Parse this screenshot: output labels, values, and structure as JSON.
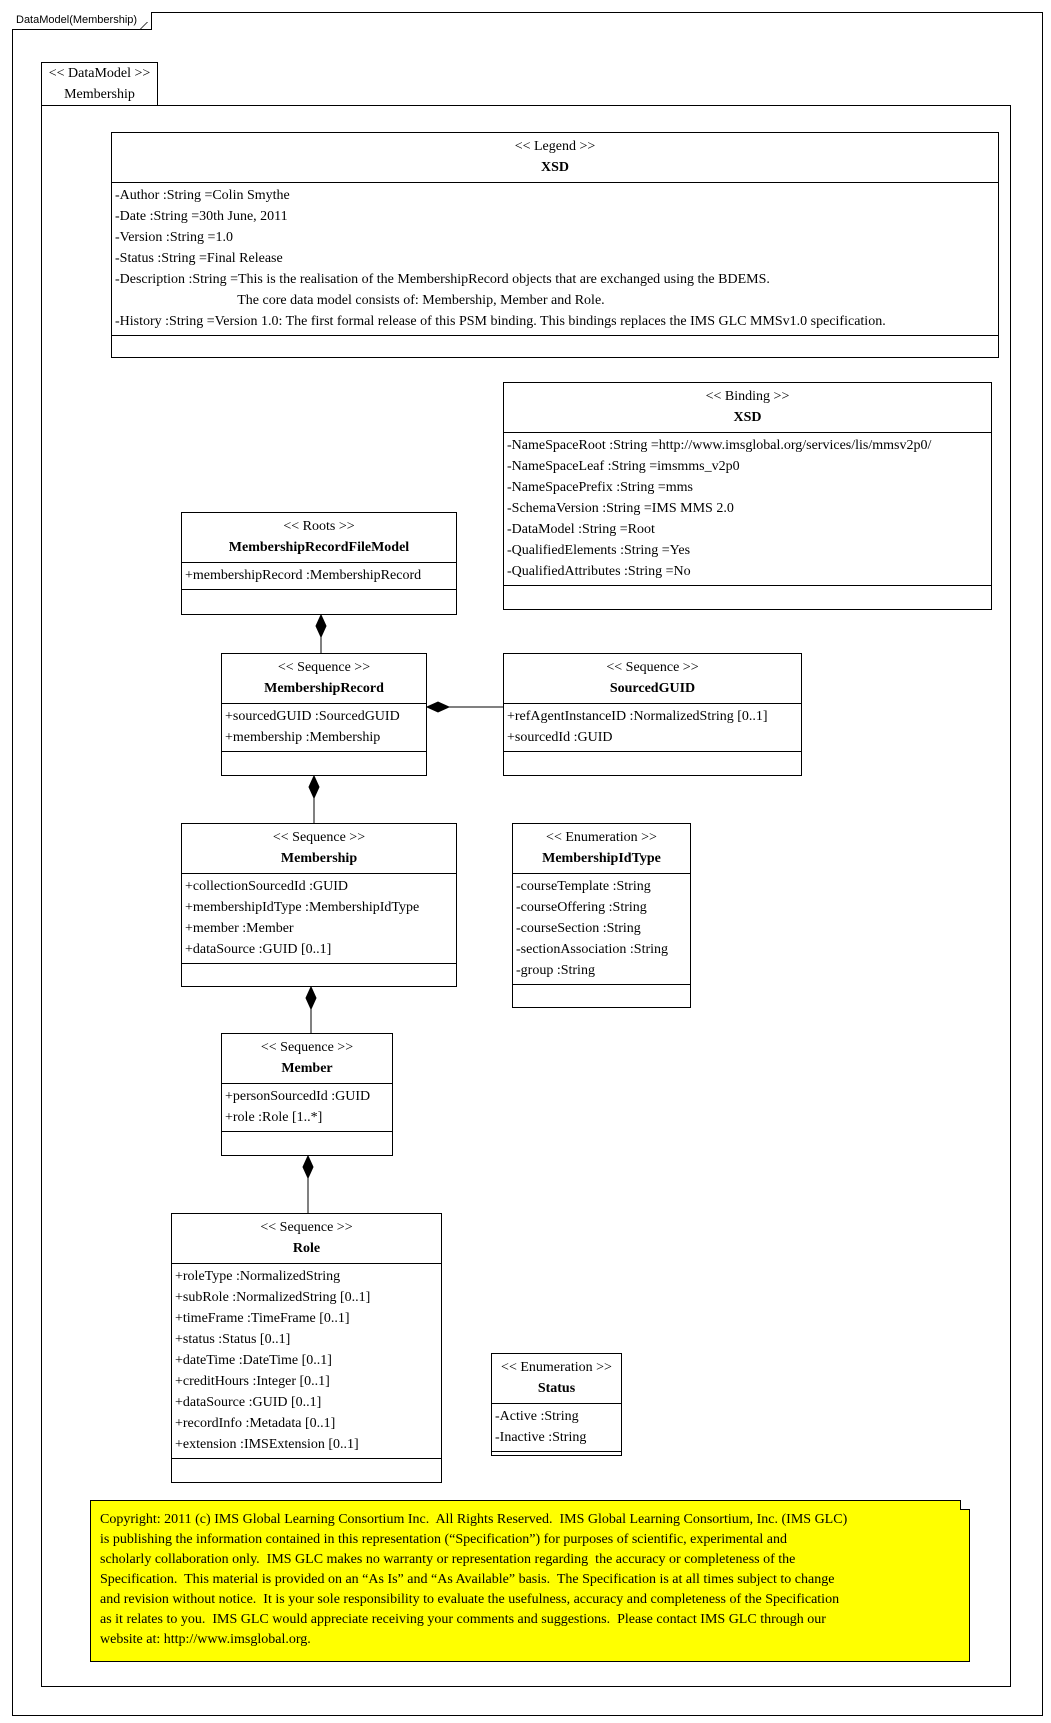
{
  "frame": {
    "title": "DataModel(Membership)"
  },
  "package": {
    "stereotype": "<< DataModel >>",
    "name": "Membership"
  },
  "classes": {
    "legend": {
      "stereotype": "<< Legend >>",
      "name": "XSD",
      "attributes": [
        "-Author :String =Colin Smythe",
        "-Date :String =30th June, 2011",
        "-Version :String =1.0",
        "-Status :String =Final Release",
        "-Description :String =This is the realisation of the MembershipRecord objects that are exchanged using the BDEMS.",
        "                                   The core data model consists of: Membership, Member and Role.",
        "-History :String =Version 1.0: The first formal release of this PSM binding. This bindings replaces the IMS GLC MMSv1.0 specification."
      ]
    },
    "binding": {
      "stereotype": "<< Binding >>",
      "name": "XSD",
      "attributes": [
        "-NameSpaceRoot :String =http://www.imsglobal.org/services/lis/mmsv2p0/",
        "-NameSpaceLeaf :String =imsmms_v2p0",
        "-NameSpacePrefix :String =mms",
        "-SchemaVersion :String =IMS MMS 2.0",
        "-DataModel :String =Root",
        "-QualifiedElements :String =Yes",
        "-QualifiedAttributes :String =No"
      ]
    },
    "membership_record_file_model": {
      "stereotype": "<< Roots >>",
      "name": "MembershipRecordFileModel",
      "attributes": [
        "+membershipRecord :MembershipRecord"
      ]
    },
    "membership_record": {
      "stereotype": "<< Sequence >>",
      "name": "MembershipRecord",
      "attributes": [
        "+sourcedGUID :SourcedGUID",
        "+membership :Membership"
      ]
    },
    "sourced_guid": {
      "stereotype": "<< Sequence >>",
      "name": "SourcedGUID",
      "attributes": [
        "+refAgentInstanceID :NormalizedString [0..1]",
        "+sourcedId :GUID"
      ]
    },
    "membership": {
      "stereotype": "<< Sequence >>",
      "name": "Membership",
      "attributes": [
        "+collectionSourcedId :GUID",
        "+membershipIdType :MembershipIdType",
        "+member :Member",
        "+dataSource :GUID [0..1]"
      ]
    },
    "membership_id_type": {
      "stereotype": "<< Enumeration >>",
      "name": "MembershipIdType",
      "attributes": [
        "-courseTemplate :String",
        "-courseOffering :String",
        "-courseSection :String",
        "-sectionAssociation :String",
        "-group :String"
      ]
    },
    "member": {
      "stereotype": "<< Sequence >>",
      "name": "Member",
      "attributes": [
        "+personSourcedId :GUID",
        "+role :Role [1..*]"
      ]
    },
    "role": {
      "stereotype": "<< Sequence >>",
      "name": "Role",
      "attributes": [
        "+roleType :NormalizedString",
        "+subRole :NormalizedString [0..1]",
        "+timeFrame :TimeFrame [0..1]",
        "+status :Status [0..1]",
        "+dateTime :DateTime [0..1]",
        "+creditHours :Integer [0..1]",
        "+dataSource :GUID [0..1]",
        "+recordInfo :Metadata [0..1]",
        "+extension :IMSExtension [0..1]"
      ]
    },
    "status": {
      "stereotype": "<< Enumeration >>",
      "name": "Status",
      "attributes": [
        "-Active :String",
        "-Inactive :String"
      ]
    }
  },
  "note": {
    "lines": [
      "Copyright: 2011 (c) IMS Global Learning Consortium Inc.  All Rights Reserved.  IMS Global Learning Consortium, Inc. (IMS GLC)",
      "is publishing the information contained in this representation (“Specification”) for purposes of scientific, experimental and",
      "scholarly collaboration only.  IMS GLC makes no warranty or representation regarding  the accuracy or completeness of the",
      "Specification.  This material is provided on an “As Is” and “As Available” basis.  The Specification is at all times subject to change",
      "and revision without notice.  It is your sole responsibility to evaluate the usefulness, accuracy and completeness of the Specification",
      "as it relates to you.  IMS GLC would appreciate receiving your comments and suggestions.  Please contact IMS GLC through our",
      "website at: http://www.imsglobal.org."
    ]
  }
}
